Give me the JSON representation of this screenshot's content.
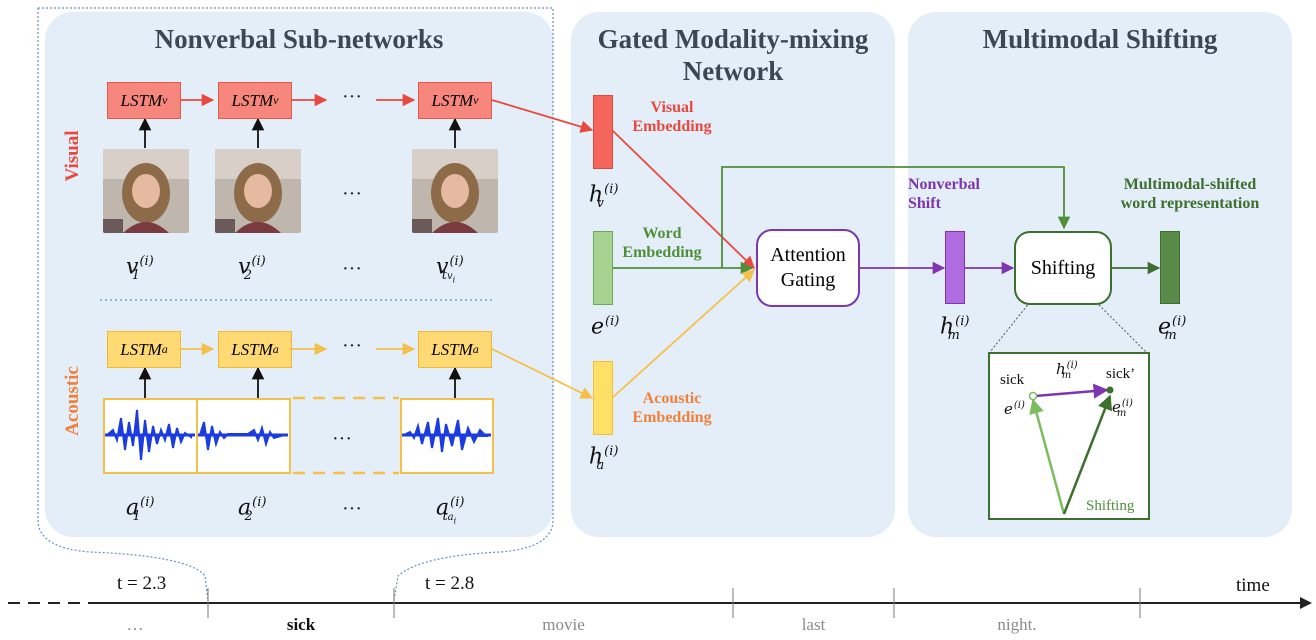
{
  "panels": {
    "nonverbal_title": "Nonverbal Sub-networks",
    "gated_title_line1": "Gated Modality-mixing",
    "gated_title_line2": "Network",
    "shift_title": "Multimodal Shifting"
  },
  "side_labels": {
    "visual": "Visual",
    "acoustic": "Acoustic"
  },
  "lstm": {
    "visual": {
      "base": "LSTM",
      "sub": "v"
    },
    "acoustic": {
      "base": "LSTM",
      "sub": "a"
    }
  },
  "ellipsis": "···",
  "visual_inputs": [
    {
      "base": "v",
      "sup": "(i)",
      "sub": "1"
    },
    {
      "base": "v",
      "sup": "(i)",
      "sub": "2"
    },
    {
      "base": "v",
      "sup": "(i)",
      "sub": "t",
      "subsub": "v",
      "subsubsub": "i"
    }
  ],
  "acoustic_inputs": [
    {
      "base": "a",
      "sup": "(i)",
      "sub": "1"
    },
    {
      "base": "a",
      "sup": "(i)",
      "sub": "2"
    },
    {
      "base": "a",
      "sup": "(i)",
      "sub": "t",
      "subsub": "a",
      "subsubsub": "i"
    }
  ],
  "embeddings": {
    "visual_line1": "Visual",
    "visual_line2": "Embedding",
    "word_line1": "Word",
    "word_line2": "Embedding",
    "acoustic_line1": "Acoustic",
    "acoustic_line2": "Embedding",
    "h_v": {
      "base": "h",
      "sup": "(i)",
      "sub": "v"
    },
    "e": {
      "base": "e",
      "sup": "(i)"
    },
    "h_a": {
      "base": "h",
      "sup": "(i)",
      "sub": "a"
    }
  },
  "attention_line1": "Attention",
  "attention_line2": "Gating",
  "nonverbal_shift_line1": "Nonverbal",
  "nonverbal_shift_line2": "Shift",
  "h_m": {
    "base": "h",
    "sup": "(i)",
    "sub": "m"
  },
  "shifting_label": "Shifting",
  "output_line1": "Multimodal-shifted",
  "output_line2": "word representation",
  "e_m": {
    "base": "e",
    "sup": "(i)",
    "sub": "m"
  },
  "inset": {
    "sick": "sick",
    "sick_prime": "sick’",
    "h_m": {
      "base": "h",
      "sup": "(i)",
      "sub": "m"
    },
    "e": {
      "base": "e",
      "sup": "(i)"
    },
    "e_m": {
      "base": "e",
      "sup": "(i)",
      "sub": "m"
    },
    "caption": "Shifting"
  },
  "timeline": {
    "t1": "t = 2.3",
    "t2": "t = 2.8",
    "time": "time",
    "words": [
      "…",
      "sick",
      "movie",
      "last",
      "night."
    ]
  },
  "colors": {
    "panel": "#e4eef8",
    "visual": "#e8483e",
    "acoustic": "#f5c04a",
    "acoustic_text": "#f0803a",
    "word": "#4f8f3a",
    "purple": "#7e35b0",
    "dark_green": "#3d6f2f"
  }
}
